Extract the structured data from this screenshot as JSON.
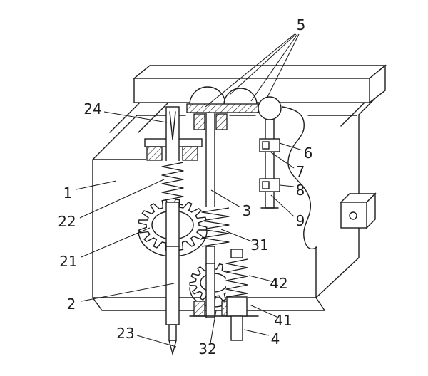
{
  "figure": {
    "ink_color": "#1c1c1c",
    "paper_color": "#ffffff",
    "labels": {
      "l1": "1",
      "l2": "2",
      "l3": "3",
      "l4": "4",
      "l5": "5",
      "l6": "6",
      "l7": "7",
      "l8": "8",
      "l9": "9",
      "l21": "21",
      "l22": "22",
      "l23": "23",
      "l24": "24",
      "l31": "31",
      "l32": "32",
      "l41": "41",
      "l42": "42"
    }
  }
}
